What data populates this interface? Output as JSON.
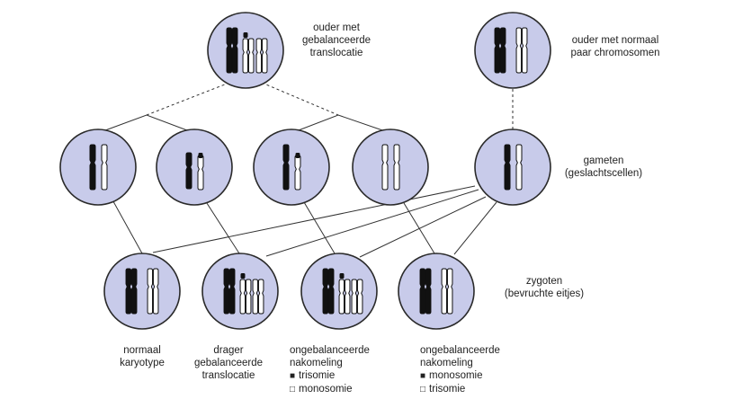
{
  "colors": {
    "cell_fill": "#c8cbea",
    "cell_stroke": "#2a2a2a",
    "chromosome_dark": "#111111",
    "chromosome_light": "#ffffff",
    "line": "#333333"
  },
  "labels": {
    "parent_translocation": [
      "ouder met",
      "gebalanceerde",
      "translocatie"
    ],
    "parent_normal": [
      "ouder met normaal",
      "paar chromosomen"
    ],
    "gametes": [
      "gameten",
      "(geslachtscellen)"
    ],
    "zygotes": [
      "zygoten",
      "(bevruchte eitjes)"
    ],
    "offspring_1": [
      "normaal",
      "karyotype"
    ],
    "offspring_2": [
      "drager",
      "gebalanceerde",
      "translocatie"
    ],
    "offspring_3": {
      "lines": [
        "ongebalanceerde",
        "nakomeling"
      ],
      "filled_item": "trisomie",
      "open_item": "monosomie"
    },
    "offspring_4": {
      "lines": [
        "ongebalanceerde",
        "nakomeling"
      ],
      "filled_item": "monosomie",
      "open_item": "trisomie"
    }
  },
  "icons": {
    "filled_square": "black-square-icon",
    "open_square": "white-square-icon"
  }
}
